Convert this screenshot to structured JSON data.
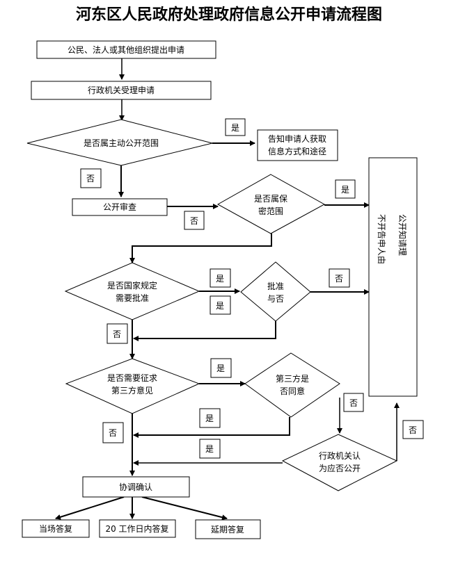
{
  "title": "河东区人民政府处理政府信息公开申请流程图",
  "nodes": {
    "apply": "公民、法人或其他组织提出申请",
    "accept": "行政机关受理申请",
    "is_public_scope": "是否属主动公开范围",
    "notify_way": [
      "告知申请人获取",
      "信息方式和途径"
    ],
    "public_review": "公开审查",
    "is_secret": [
      "是否属保",
      "密范围"
    ],
    "need_approval": [
      "是否国家规定",
      "需要批准"
    ],
    "approve": [
      "批准",
      "与否"
    ],
    "need_third_party": [
      "是否需要征求",
      "第三方意见"
    ],
    "third_party_agree": [
      "第三方是",
      "否同意"
    ],
    "agency_decide": [
      "行政机关认",
      "为应否公开"
    ],
    "coordinate": "协调确认",
    "reply_now": "当场答复",
    "reply_20": "20 工作日内答复",
    "reply_delay": "延期答复",
    "right_col_1": "公开知请理",
    "right_col_2": "不开告申人由"
  },
  "labels": {
    "yes": "是",
    "no": "否"
  }
}
